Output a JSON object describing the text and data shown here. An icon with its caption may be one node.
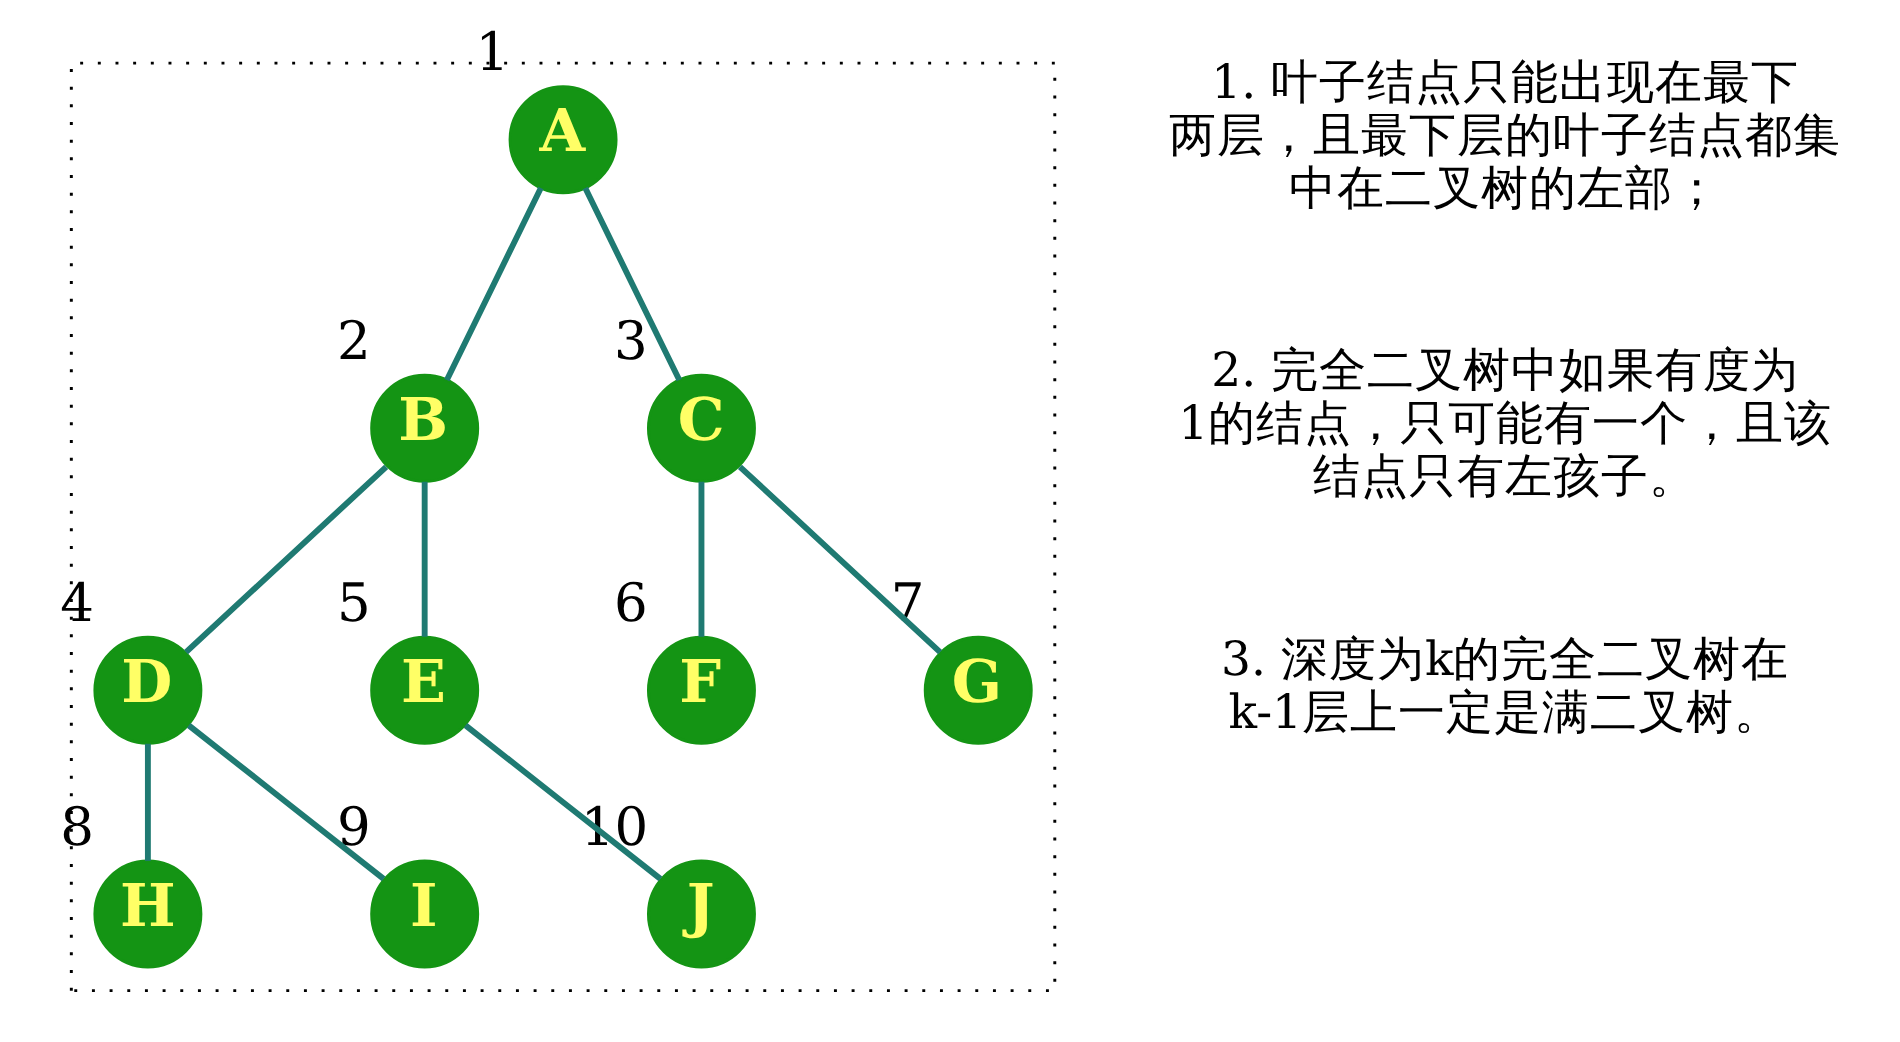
{
  "diagram": {
    "nodes": [
      {
        "text": [],
        "shape": "box"
      },
      {
        "text": [
          "A"
        ],
        "in": 0,
        "beside": [
          "1"
        ]
      },
      {
        "text": [
          "B"
        ],
        "in": 0,
        "beside": [
          "2"
        ]
      },
      {
        "text": [
          "C"
        ],
        "in": 0,
        "beside": [
          "3"
        ]
      },
      {
        "text": [
          "D"
        ],
        "in": 0,
        "beside": [
          "4"
        ]
      },
      {
        "text": [
          "E"
        ],
        "in": 0,
        "beside": [
          "5"
        ]
      },
      {
        "text": [
          "F"
        ],
        "in": 0,
        "beside": [
          "6"
        ]
      },
      {
        "text": [
          "G"
        ],
        "in": 0,
        "beside": [
          "7"
        ]
      },
      {
        "text": [
          "H"
        ],
        "in": 0,
        "beside": [
          "8"
        ]
      },
      {
        "text": [
          "I"
        ],
        "in": 0,
        "beside": [
          "9"
        ]
      },
      {
        "text": [
          "J"
        ],
        "in": 0,
        "beside": [
          "10"
        ]
      }
    ],
    "edges": [
      {
        "from": 1,
        "to": 2,
        "arrow": "none"
      },
      {
        "from": 1,
        "to": 3,
        "arrow": "none"
      },
      {
        "from": 2,
        "to": 4,
        "arrow": "none"
      },
      {
        "from": 2,
        "to": 5,
        "arrow": "none"
      },
      {
        "from": 3,
        "to": 6,
        "arrow": "none"
      },
      {
        "from": 3,
        "to": 7,
        "arrow": "none"
      },
      {
        "from": 4,
        "to": 8,
        "arrow": "none"
      },
      {
        "from": 4,
        "to": 9,
        "arrow": "none"
      },
      {
        "from": 5,
        "to": 10,
        "arrow": "none"
      }
    ],
    "labels": [
      "1. 叶子结点只能出现在最下两层，且最下层的叶子结点都集中在二叉树的左部；",
      "2. 完全二叉树中如果有度为1的结点，只可能有一个，且该结点只有左孩子。",
      "3. 深度为k的完全二叉树在k-1层上一定是满二叉树。"
    ]
  }
}
